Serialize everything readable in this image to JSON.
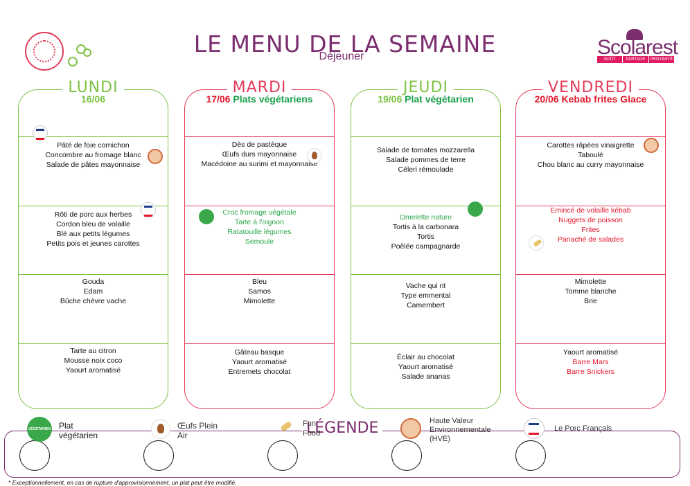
{
  "header": {
    "title": "LE MENU DE LA SEMAINE",
    "subtitle": "Déjeuner",
    "brand": "Scolarest",
    "tagline": [
      "GOÛT",
      "PARTAGE",
      "PROXIMITÉ"
    ]
  },
  "days": [
    {
      "name": "LUNDI",
      "sub_date": "16/06",
      "sub_text": "",
      "color": "#7dc243",
      "sections": [
        [
          {
            "text": "Pâté de foie cornichon"
          },
          {
            "text": "Concombre au fromage blanc"
          },
          {
            "text": "Salade de pâtes mayonnaise"
          }
        ],
        [
          {
            "text": "Rôti de porc aux herbes"
          },
          {
            "text": "Cordon bleu de volaille"
          },
          {
            "text": "Blé aux petits légumes"
          },
          {
            "text": "Petits pois et jeunes carottes"
          }
        ],
        [
          {
            "text": "Gouda"
          },
          {
            "text": "Edam"
          },
          {
            "text": "Bûche chèvre vache"
          }
        ],
        [
          {
            "text": "Tarte au citron"
          },
          {
            "text": "Mousse noix coco"
          },
          {
            "text": "Yaourt aromatisé"
          }
        ]
      ]
    },
    {
      "name": "MARDI",
      "sub_date": "17/06",
      "sub_text": "Plats végétariens",
      "color": "#e33b5a",
      "sections": [
        [
          {
            "text": "Dès de pastèque"
          },
          {
            "text": "Œufs durs mayonnaise"
          },
          {
            "text": "Macédoine au surimi et mayonnaise"
          }
        ],
        [
          {
            "text": "Croc fromage végétale",
            "style": "green"
          },
          {
            "text": "Tarte à l'oignon",
            "style": "green"
          },
          {
            "text": "Ratatouille légumes",
            "style": "green"
          },
          {
            "text": "Semoule",
            "style": "green"
          }
        ],
        [
          {
            "text": "Bleu"
          },
          {
            "text": "Samos"
          },
          {
            "text": "Mimolette"
          }
        ],
        [
          {
            "text": "Gâteau basque"
          },
          {
            "text": "Yaourt aromatisé"
          },
          {
            "text": "Entremets chocolat"
          }
        ]
      ]
    },
    {
      "name": "JEUDI",
      "sub_date": "19/06",
      "sub_text": "Plat végétarien",
      "color": "#7dc243",
      "sections": [
        [
          {
            "text": "Salade de tomates mozzarella"
          },
          {
            "text": "Salade pommes de terre"
          },
          {
            "text": "Céleri rémoulade"
          }
        ],
        [
          {
            "text": "Omelette nature",
            "style": "green"
          },
          {
            "text": "Tortis à la carbonara"
          },
          {
            "text": "Tortis"
          },
          {
            "text": "Poêlée campagnarde"
          }
        ],
        [
          {
            "text": "Vache qui rit"
          },
          {
            "text": "Type emmental"
          },
          {
            "text": "Camembert"
          }
        ],
        [
          {
            "text": "Éclair au chocolat"
          },
          {
            "text": "Yaourt aromatisé"
          },
          {
            "text": "Salade ananas"
          }
        ]
      ]
    },
    {
      "name": "VENDREDI",
      "sub_date": "20/06",
      "sub_text": "Kebab frites Glace",
      "color": "#e33b5a",
      "sections": [
        [
          {
            "text": "Carottes râpées vinaigrette"
          },
          {
            "text": "Taboulé"
          },
          {
            "text": "Chou blanc au curry mayonnaise"
          }
        ],
        [
          {
            "text": "Emincé de volaille kébab",
            "style": "red"
          },
          {
            "text": "Nuggets de poisson",
            "style": "red"
          },
          {
            "text": "Frites",
            "style": "red"
          },
          {
            "text": "Panaché de salades",
            "style": "red"
          }
        ],
        [
          {
            "text": "Mimolette"
          },
          {
            "text": "Tomme blanche"
          },
          {
            "text": "Brie"
          }
        ],
        [
          {
            "text": "Yaourt aromatisé"
          },
          {
            "text": "Barre Mars",
            "style": "red"
          },
          {
            "text": "Barre Snickers",
            "style": "red"
          }
        ]
      ]
    }
  ],
  "legend": {
    "title": "LÉGENDE",
    "items": [
      {
        "icon": "vegetarian-icon",
        "label": "Plat végétarien",
        "icon_label": "VÉGÉTARIEN"
      },
      {
        "icon": "free-range-eggs-icon",
        "label": "Œufs Plein Air"
      },
      {
        "icon": "fun-food-icon",
        "label": "Fun Food"
      },
      {
        "icon": "hve-icon",
        "label": "Haute Valeur Environnementale (HVE)"
      },
      {
        "icon": "french-pork-icon",
        "label": "Le Porc Français"
      }
    ]
  },
  "footnote": "* Exceptionnellement, en cas de rupture d'approvisionnement, un plat peut être modifié."
}
